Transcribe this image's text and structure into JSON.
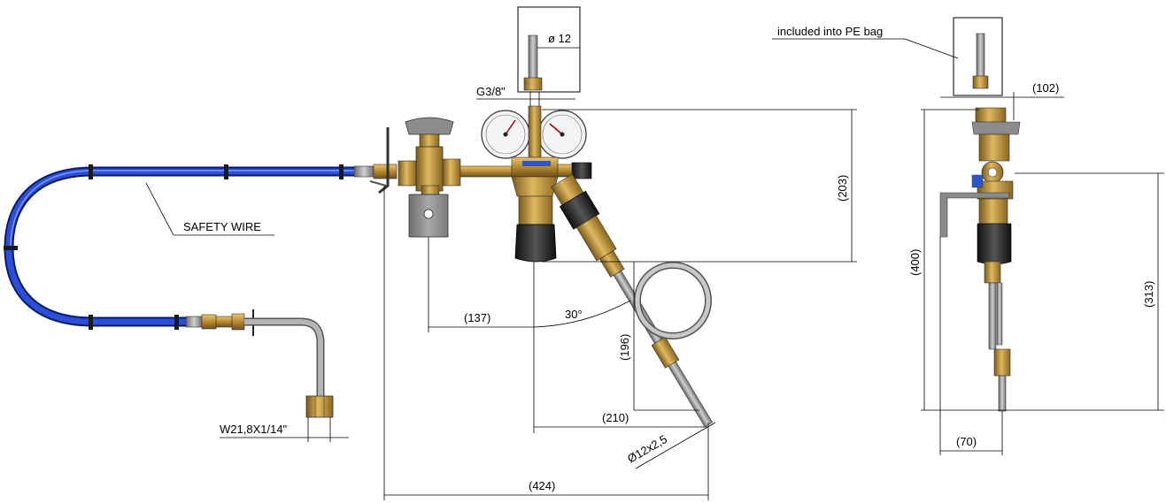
{
  "labels": {
    "pe_bag": "included into PE bag",
    "safety_wire": "SAFETY WIRE",
    "outlet_thread": "W21,8X1/14\"",
    "inlet_thread": "G3/8\"",
    "diameter_12": "ø 12",
    "tube_spec": "Ø12x2,5",
    "angle": "30°"
  },
  "dimensions": {
    "d137": "(137)",
    "d203": "(203)",
    "d196": "(196)",
    "d210": "(210)",
    "d424": "(424)",
    "d102": "(102)",
    "d400": "(400)",
    "d313": "(313)",
    "d70": "(70)"
  },
  "colors": {
    "hose_blue": "#2b4fd8",
    "brass": "#c79a3a",
    "steel": "#9a9a9a",
    "knob_dark": "#222222",
    "gauge_face": "#f2f2f2"
  }
}
